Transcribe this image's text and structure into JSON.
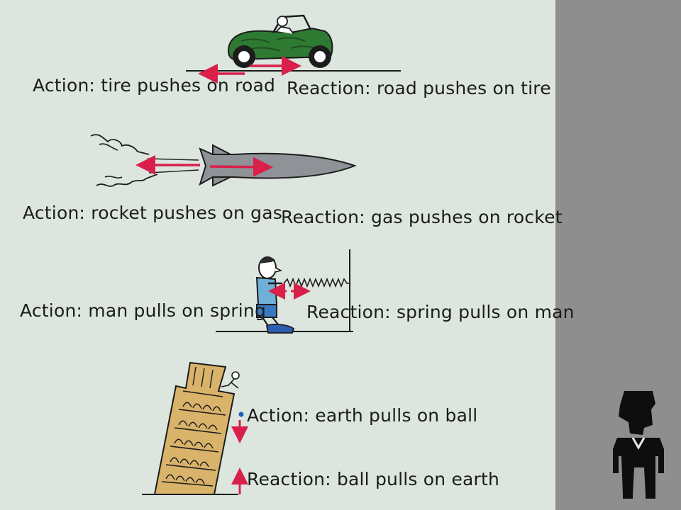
{
  "rows": [
    {
      "id": "car",
      "action": "Action: tire pushes on road",
      "reaction": "Reaction: road pushes on tire"
    },
    {
      "id": "rocket",
      "action": "Action: rocket pushes on gas",
      "reaction": "Reaction: gas pushes on rocket"
    },
    {
      "id": "spring",
      "action": "Action: man pulls on spring",
      "reaction": "Reaction: spring pulls on man"
    },
    {
      "id": "tower",
      "action": "Action: earth pulls on ball",
      "reaction": "Reaction: ball pulls on earth"
    }
  ],
  "colors": {
    "background": "#dde6de",
    "margin": "#8e8e8e",
    "arrow": "#d8204a",
    "car": "#2f7a32",
    "rocket": "#8f9296",
    "tower": "#d9b36a",
    "ink": "#1c1c1c"
  },
  "icons": [
    "car-icon",
    "rocket-icon",
    "man-spring-icon",
    "leaning-tower-icon",
    "presenter-icon"
  ]
}
